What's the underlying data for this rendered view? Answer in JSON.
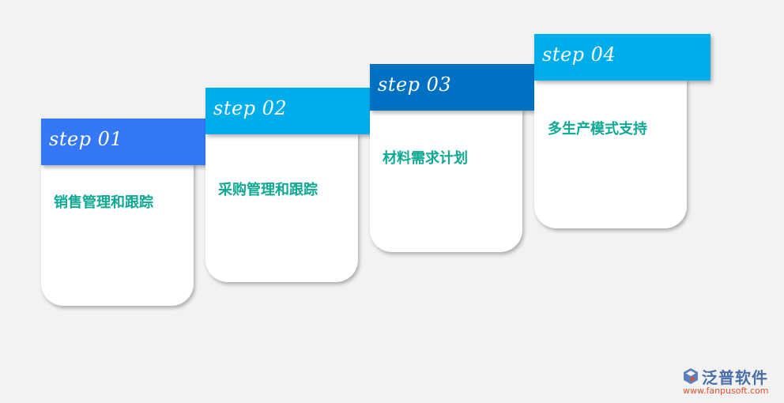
{
  "steps": [
    {
      "label": "step 01",
      "text": "销售管理和跟踪",
      "color": "#3478f6"
    },
    {
      "label": "step 02",
      "text": "采购管理和跟踪",
      "color": "#00adeb"
    },
    {
      "label": "step 03",
      "text": "材料需求计划",
      "color": "#0071c2"
    },
    {
      "label": "step 04",
      "text": "多生产模式支持",
      "color": "#00adeb"
    }
  ],
  "text_color": "#0fa894",
  "logo": {
    "name": "泛普软件",
    "url": "www.fanpusoft.com",
    "icon": "fanpu-logo-icon"
  }
}
